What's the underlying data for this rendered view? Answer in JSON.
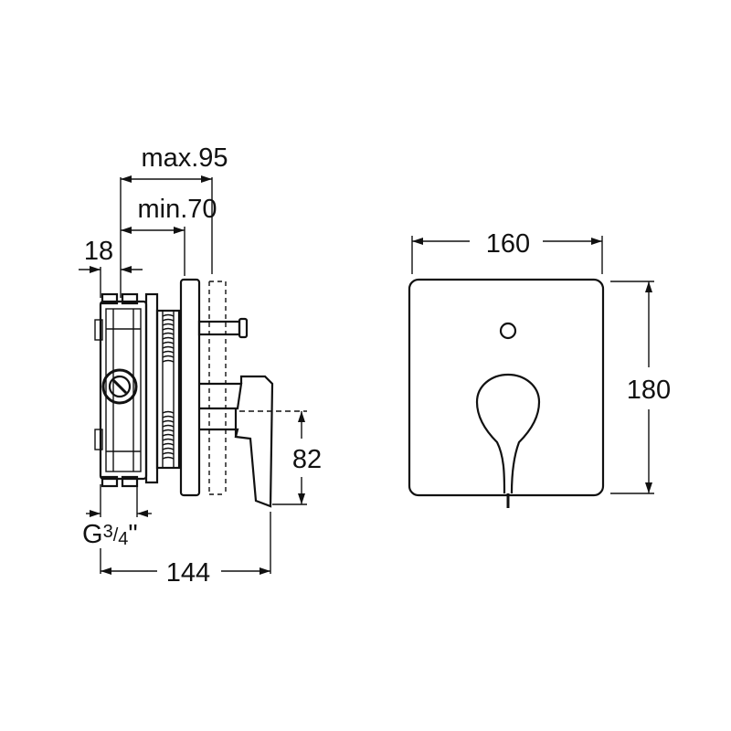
{
  "dimensions": {
    "max_depth": "max.95",
    "min_depth": "min.70",
    "wall_offset": "18",
    "thread_main": "G",
    "thread_num": "3",
    "thread_slash": "/",
    "thread_den": "4",
    "thread_quote": "\"",
    "total_depth": "144",
    "lever_height": "82",
    "plate_width": "160",
    "plate_height": "180"
  }
}
